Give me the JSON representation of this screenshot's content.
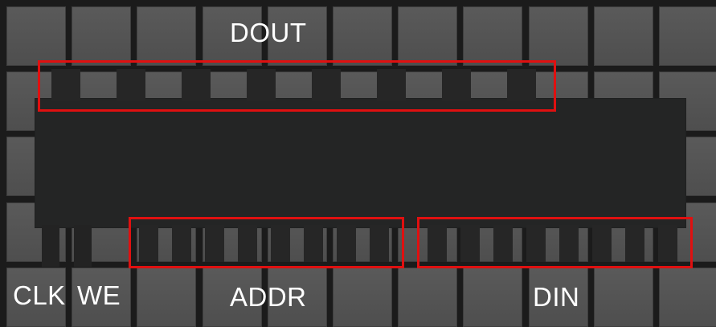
{
  "labels": {
    "dout": "DOUT",
    "clk": "CLK",
    "we": "WE",
    "addr": "ADDR",
    "din": "DIN"
  },
  "colors": {
    "highlight": "#e01010",
    "label": "#ffffff",
    "chip_body": "#242525",
    "tile": "#555555"
  },
  "pin_groups": {
    "dout_count": 8,
    "addr_count": 8,
    "din_count": 8
  }
}
